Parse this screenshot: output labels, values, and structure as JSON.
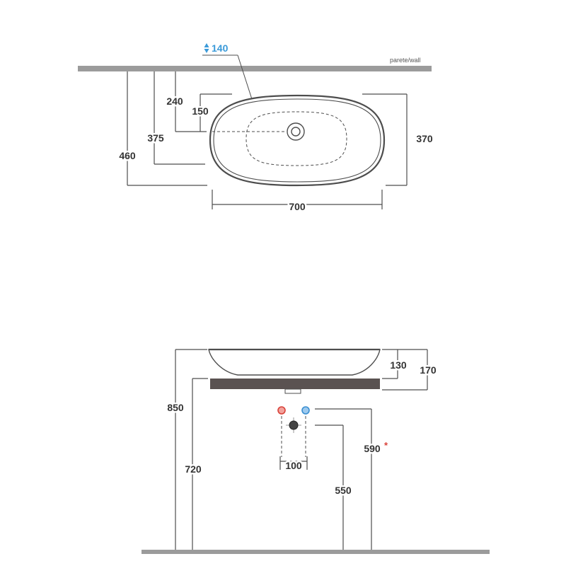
{
  "colors": {
    "line": "#4d4d4d",
    "text": "#333333",
    "accent": "#3a9ad9",
    "hot": "#d9423a",
    "cold": "#3a8fd1",
    "wall": "#9b9b9b",
    "counter": "#5a5251"
  },
  "top_view": {
    "wall_label": "parete/wall",
    "height_icon": "up-down-arrow-icon",
    "height_value": "140",
    "dimensions": {
      "wall_to_drain": "240",
      "rim_to_drain": "150",
      "wall_to_basin": "375",
      "wall_to_front": "460",
      "width": "370",
      "length": "700"
    }
  },
  "side_view": {
    "dimensions": {
      "floor_to_rim": "850",
      "floor_to_counter": "720",
      "bowl_height": "130",
      "bowl_and_counter": "170",
      "inlet_spacing": "100",
      "floor_to_inlets": "590",
      "floor_to_waste": "550"
    },
    "note_mark": "*",
    "hot_inlet_icon": "hot-water-inlet-icon",
    "cold_inlet_icon": "cold-water-inlet-icon",
    "waste_icon": "waste-outlet-icon"
  }
}
